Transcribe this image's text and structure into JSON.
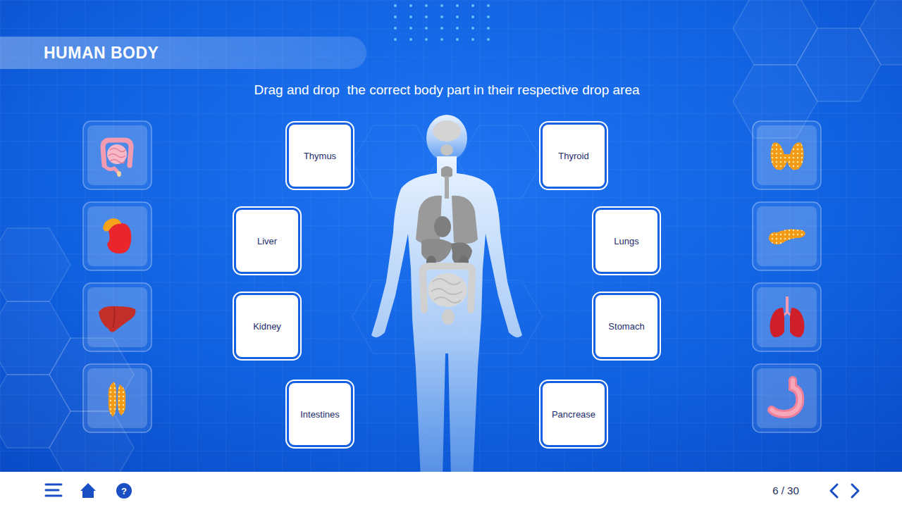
{
  "diagram": {
    "title": "HUMAN BODY",
    "nodes": [
      {
        "text": [
          "Thymus"
        ]
      },
      {
        "text": [
          "Thyroid"
        ]
      },
      {
        "text": [
          "Liver"
        ]
      },
      {
        "text": [
          "Lungs"
        ]
      },
      {
        "text": [
          "Kidney"
        ]
      },
      {
        "text": [
          "Stomach"
        ]
      },
      {
        "text": [
          "Intestines"
        ]
      },
      {
        "text": [
          "Pancrease"
        ]
      }
    ],
    "labels": [
      "Drag and drop  the correct body part in their respective drop area",
      "?",
      "6 / 30"
    ]
  }
}
